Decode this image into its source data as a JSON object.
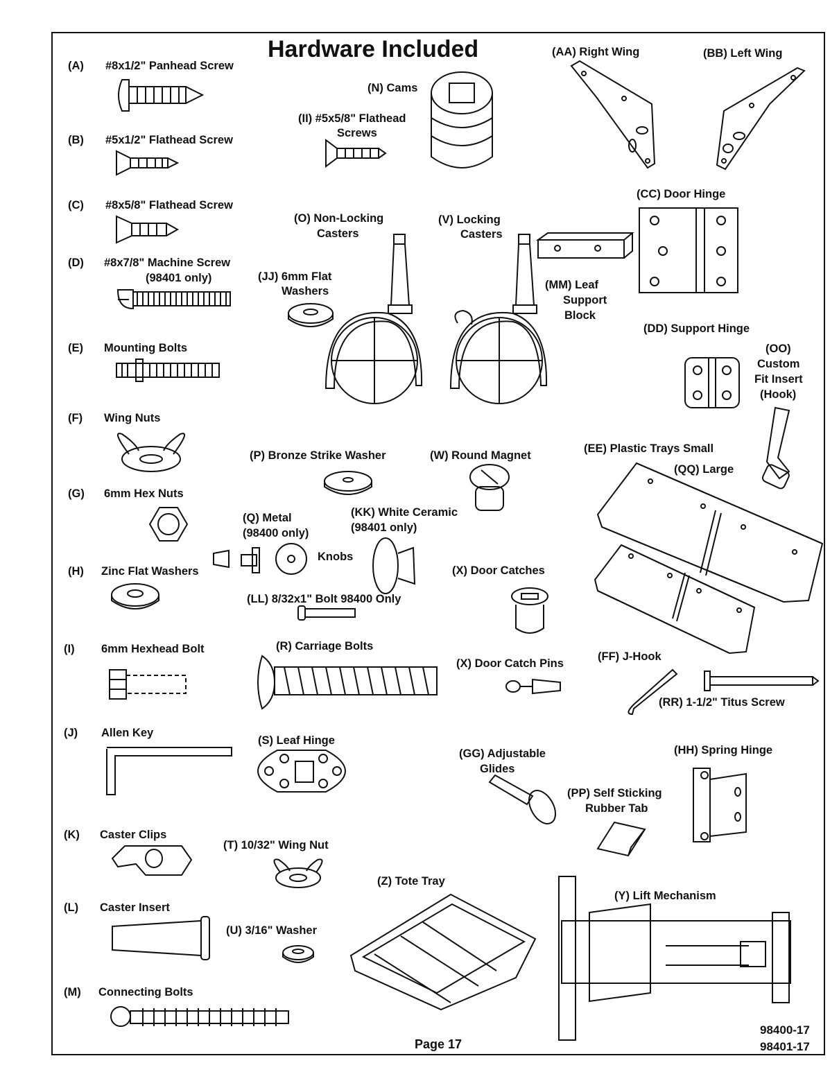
{
  "title": "Hardware Included",
  "footer": {
    "page": "Page 17",
    "code_1": "98400-17",
    "code_2": "98401-17"
  },
  "left_items": [
    {
      "code": "(A)",
      "name": "#8x1/2\" Panhead Screw"
    },
    {
      "code": "(B)",
      "name": "#5x1/2\" Flathead Screw"
    },
    {
      "code": "(C)",
      "name": "#8x5/8\" Flathead Screw"
    },
    {
      "code": "(D)",
      "name": "#8x7/8\" Machine Screw",
      "note": "(98401 only)"
    },
    {
      "code": "(E)",
      "name": "Mounting Bolts"
    },
    {
      "code": "(F)",
      "name": "Wing Nuts"
    },
    {
      "code": "(G)",
      "name": "6mm Hex Nuts"
    },
    {
      "code": "(H)",
      "name": "Zinc Flat Washers"
    },
    {
      "code": "(I)",
      "name": "6mm Hexhead Bolt"
    },
    {
      "code": "(J)",
      "name": "Allen Key"
    },
    {
      "code": "(K)",
      "name": "Caster Clips"
    },
    {
      "code": "(L)",
      "name": "Caster Insert"
    },
    {
      "code": "(M)",
      "name": "Connecting Bolts"
    }
  ],
  "labels": {
    "N": "(N)  Cams",
    "II_1": "(II)  #5x5/8\" Flathead",
    "II_2": "Screws",
    "AA": "(AA)  Right Wing",
    "BB": "(BB)  Left Wing",
    "CC": "(CC)  Door Hinge",
    "O_1": "(O)  Non-Locking",
    "O_2": "Casters",
    "V_1": "(V)  Locking",
    "V_2": "Casters",
    "JJ_1": "(JJ)  6mm Flat",
    "JJ_2": "Washers",
    "MM_1": "(MM) Leaf",
    "MM_2": "Support",
    "MM_3": "Block",
    "DD": "(DD) Support Hinge",
    "OO_1": "(OO)",
    "OO_2": "Custom",
    "OO_3": "Fit Insert",
    "OO_4": "(Hook)",
    "P": "(P)  Bronze Strike Washer",
    "W": "(W)  Round Magnet",
    "EE": "(EE)  Plastic Trays Small",
    "QQ": "(QQ) Large",
    "Q_1": "(Q) Metal",
    "Q_2": "(98400 only)",
    "KK_1": "(KK) White Ceramic",
    "KK_2": "(98401 only)",
    "knobs": "Knobs",
    "X_catches": "(X)  Door Catches",
    "LL": "(LL)  8/32x1\" Bolt 98400 Only",
    "R": "(R)  Carriage Bolts",
    "X_pins": "(X)  Door Catch Pins",
    "FF": "(FF)  J-Hook",
    "RR": "(RR)  1-1/2\" Titus Screw",
    "S": "(S)  Leaf Hinge",
    "GG_1": "(GG)  Adjustable",
    "GG_2": "Glides",
    "HH": "(HH) Spring Hinge",
    "PP_1": "(PP) Self Sticking",
    "PP_2": "Rubber Tab",
    "T": "(T)  10/32\" Wing Nut",
    "Z": "(Z)  Tote Tray",
    "Y": "(Y)  Lift Mechanism",
    "U": "(U)  3/16\" Washer"
  },
  "icons": [
    "panhead-screw-icon",
    "flathead-screw-icon",
    "machine-screw-icon",
    "mounting-bolt-icon",
    "wing-nut-icon",
    "hex-nut-icon",
    "flat-washer-icon",
    "hexhead-bolt-icon",
    "allen-key-icon",
    "caster-clip-icon",
    "caster-insert-icon",
    "connecting-bolt-icon",
    "cam-icon",
    "wing-bracket-icon",
    "door-hinge-icon",
    "caster-icon",
    "leaf-support-block-icon",
    "support-hinge-icon",
    "hook-insert-icon",
    "strike-washer-icon",
    "round-magnet-icon",
    "plastic-tray-icon",
    "knob-icon",
    "door-catch-icon",
    "carriage-bolt-icon",
    "catch-pin-icon",
    "j-hook-icon",
    "titus-screw-icon",
    "leaf-hinge-icon",
    "adjustable-glide-icon",
    "spring-hinge-icon",
    "rubber-tab-icon",
    "tote-tray-icon",
    "lift-mechanism-icon"
  ]
}
